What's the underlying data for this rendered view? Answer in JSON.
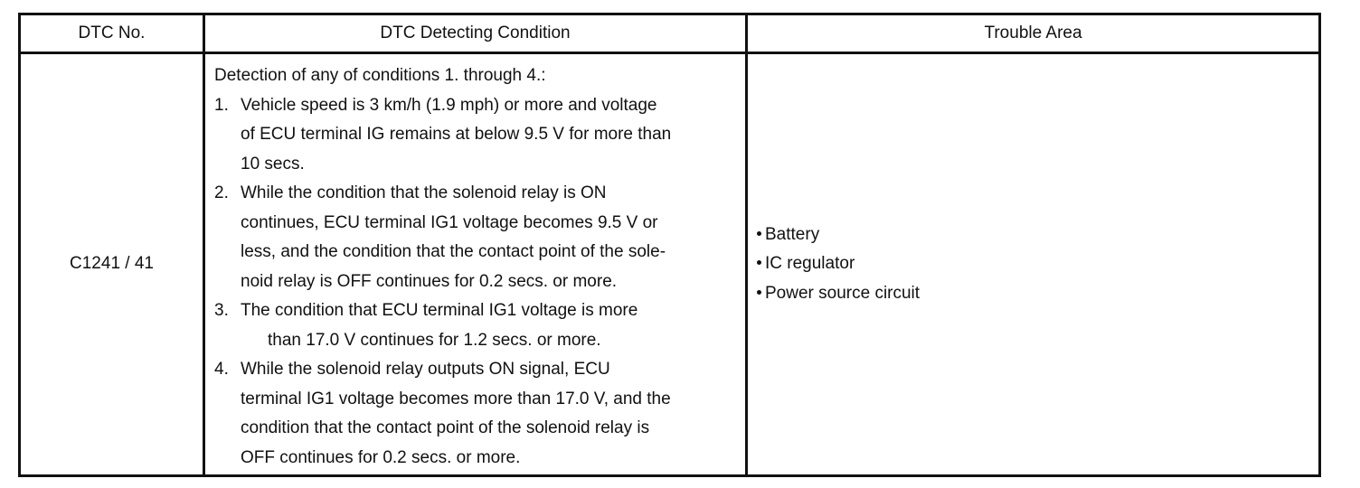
{
  "table": {
    "headers": {
      "dtc_no": "DTC No.",
      "condition": "DTC Detecting Condition",
      "trouble_area": "Trouble Area"
    },
    "row": {
      "dtc_no": "C1241 / 41",
      "condition_intro": "Detection of any of conditions 1. through 4.:",
      "conditions": [
        {
          "num": "1.",
          "lines": [
            "Vehicle speed is 3 km/h (1.9 mph) or more and voltage",
            "of ECU terminal IG remains at below 9.5 V for more than",
            "10 secs."
          ]
        },
        {
          "num": "2.",
          "lines": [
            "While the condition that the solenoid relay is ON",
            "continues, ECU terminal IG1 voltage becomes 9.5 V or",
            "less, and  the condition that the contact point of the sole-",
            "noid relay is OFF continues for 0.2 secs. or more."
          ]
        },
        {
          "num": "3.",
          "lines": [
            "The condition that ECU terminal IG1 voltage is more",
            "than 17.0 V continues for 1.2 secs. or more."
          ]
        },
        {
          "num": "4.",
          "lines": [
            "While the solenoid relay outputs ON signal, ECU",
            "terminal IG1 voltage becomes more than 17.0 V, and the",
            "condition that the contact point of the solenoid relay is",
            "OFF continues for 0.2 secs. or more."
          ]
        }
      ],
      "trouble_areas": [
        "Battery",
        "IC  regulator",
        "Power source circuit"
      ]
    }
  }
}
